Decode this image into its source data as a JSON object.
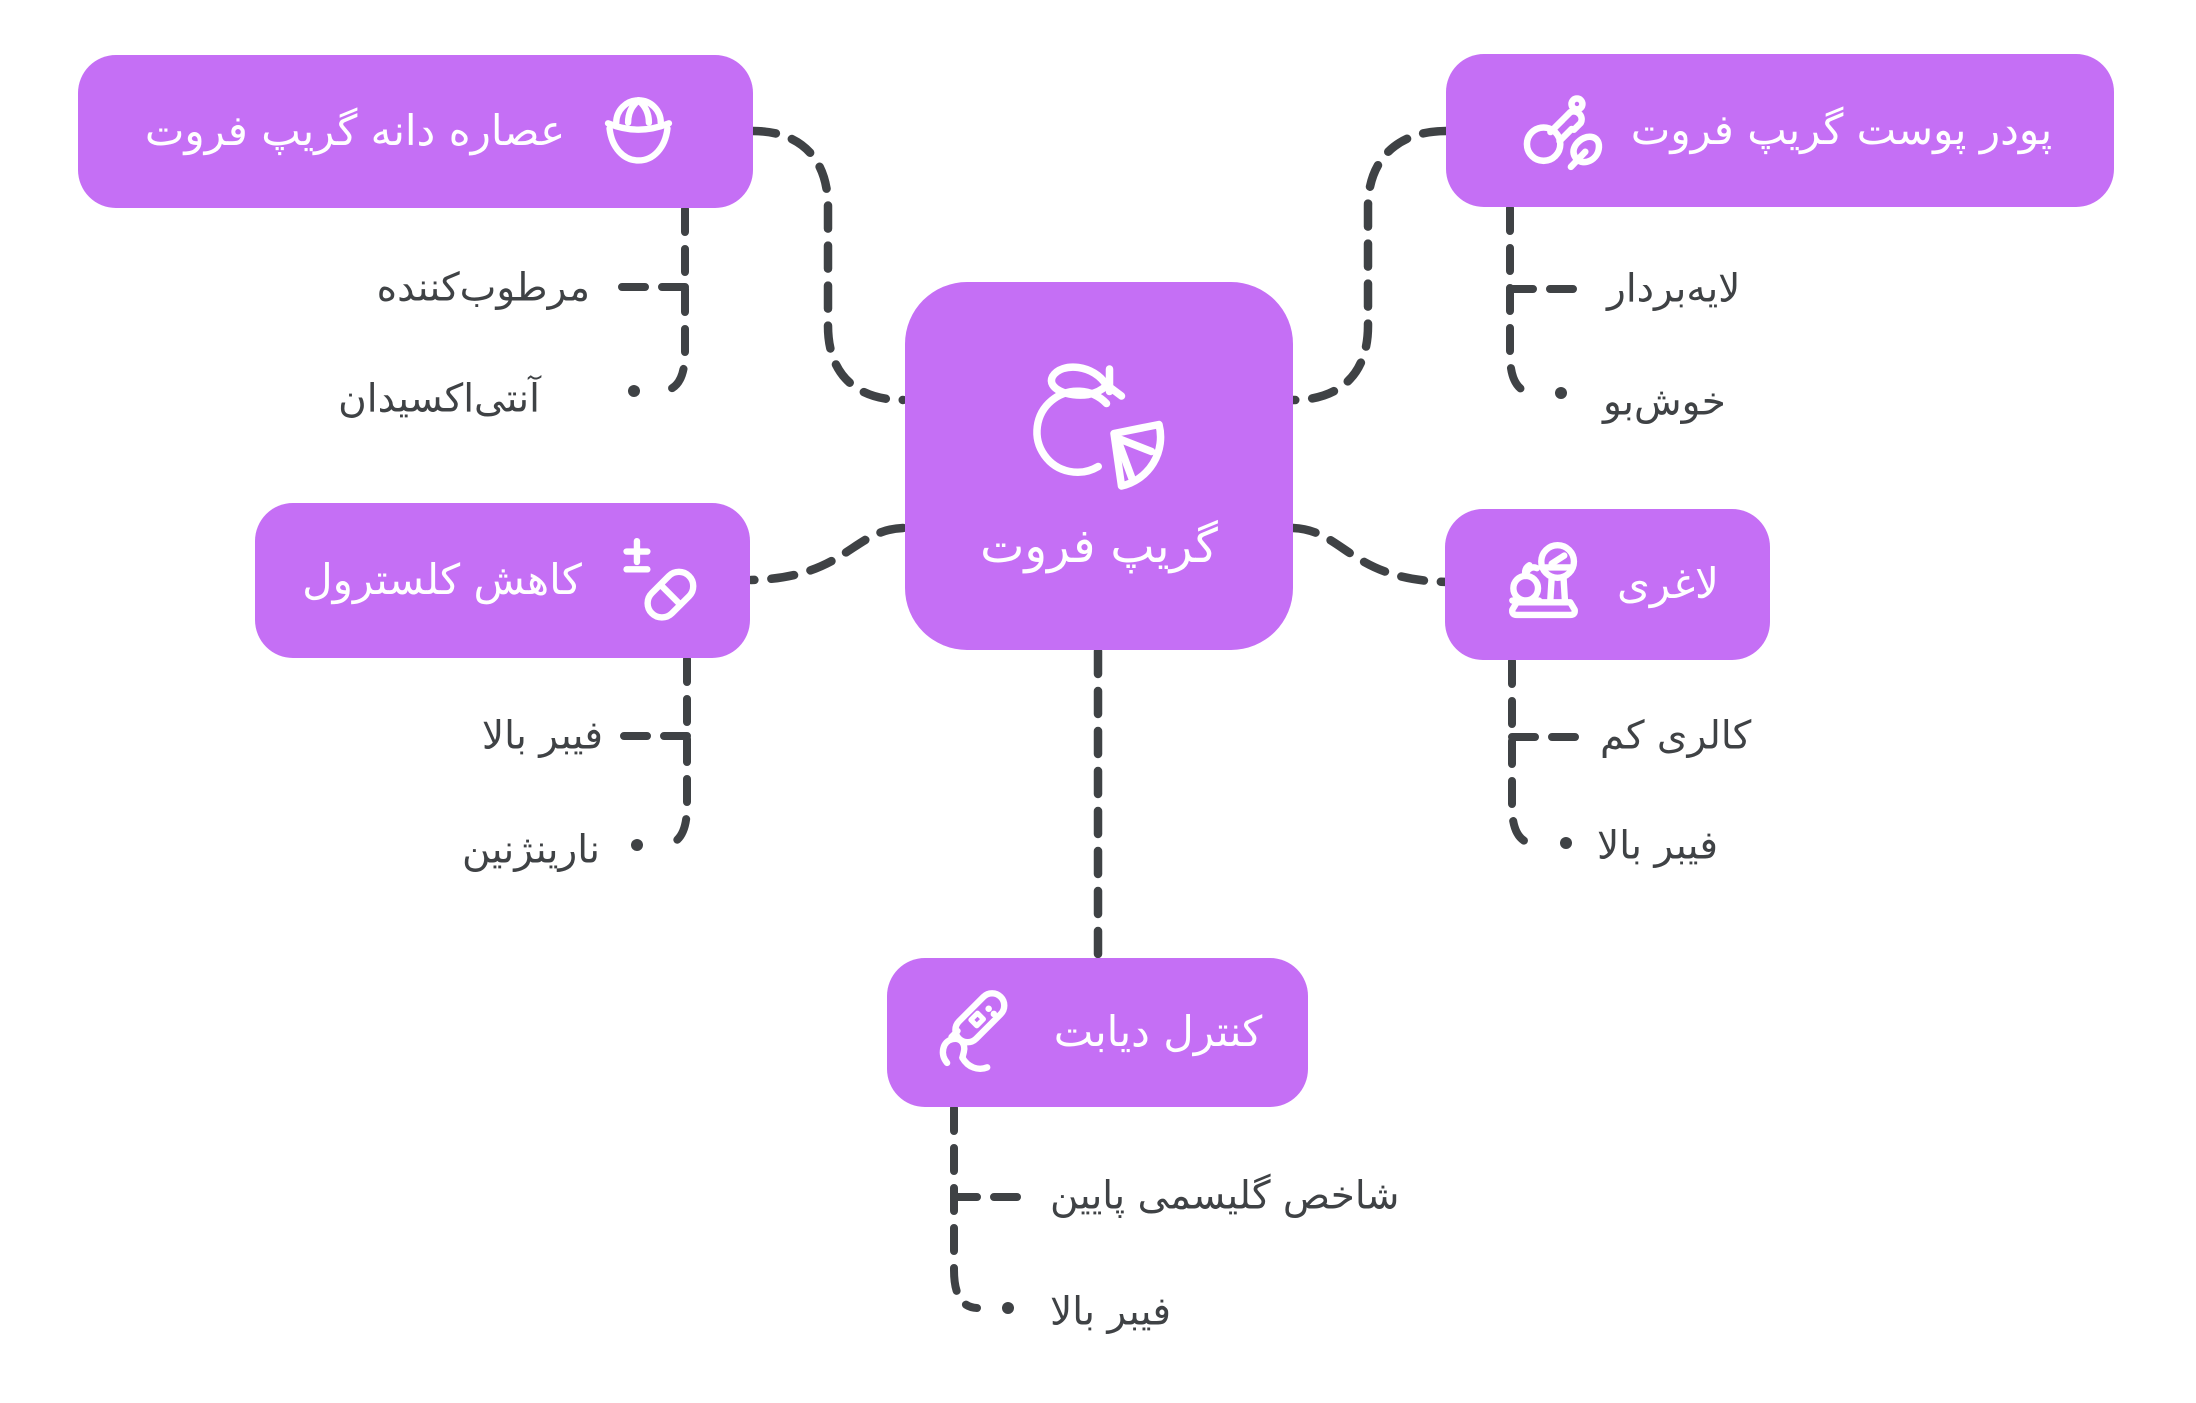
{
  "colors": {
    "background": "#ffffff",
    "node_bg": "#c56ff5",
    "node_text": "#ffffff",
    "connector": "#3f4245",
    "subitem_text": "#3f4245"
  },
  "center": {
    "label": "گریپ فروت",
    "icon": "grapefruit-icon"
  },
  "branches": [
    {
      "label": "عصاره دانه گریپ فروت",
      "icon": "citrus-juicer-icon",
      "children": [
        "مرطوب‌کننده",
        "آنتی‌اکسیدان"
      ]
    },
    {
      "label": "پودر پوست گریپ فروت",
      "icon": "powder-spray-bottle-icon",
      "children": [
        "لایه‌بردار",
        "خوش‌بو"
      ]
    },
    {
      "label": "کاهش کلسترول",
      "icon": "pill-plus-minus-icon",
      "children": [
        "فیبر بالا",
        "نارینژنین"
      ]
    },
    {
      "label": "لاغری",
      "icon": "weight-scale-icon",
      "children": [
        "کالری کم",
        "فیبر بالا"
      ]
    },
    {
      "label": "کنترل دیابت",
      "icon": "glucometer-icon",
      "children": [
        "شاخص گلیسمی پایین",
        "فیبر بالا"
      ]
    }
  ]
}
